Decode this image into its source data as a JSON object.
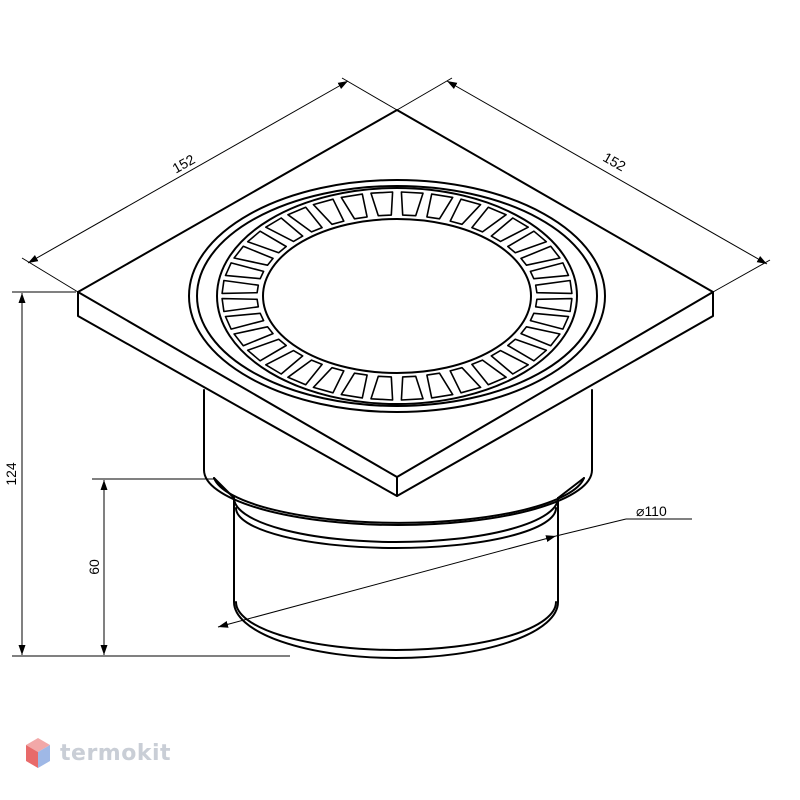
{
  "dimensions": {
    "width_left": "152",
    "width_right": "152",
    "total_height": "124",
    "pipe_height": "60",
    "pipe_diameter": "110"
  },
  "diameter_symbol": "⌀",
  "logo": {
    "text": "termokit",
    "icon": "hexagon-cube-icon",
    "colors": {
      "top": "#f2a8a8",
      "left": "#e86a6a",
      "right": "#9fb8e6"
    }
  }
}
